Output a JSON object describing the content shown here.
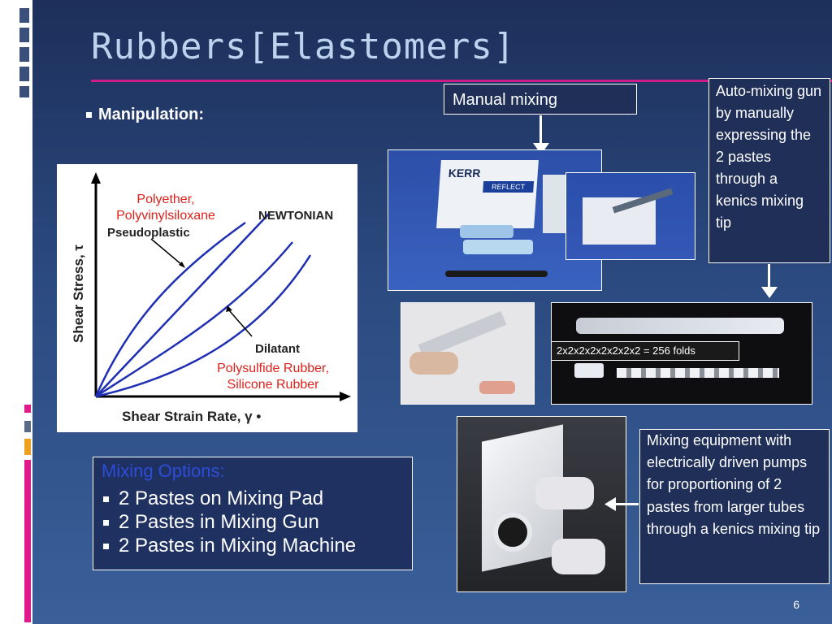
{
  "slide": {
    "title": "Rubbers[Elastomers]",
    "bullet_heading": "Manipulation:",
    "page_number": "6"
  },
  "labels": {
    "manual_mixing": "Manual mixing",
    "auto_mixing": "Auto-mixing gun by manually expressing the 2 pastes through a kenics mixing tip",
    "folds": "2x2x2x2x2x2x2x2 = 256 folds",
    "mixing_equipment": "Mixing equipment with electrically driven pumps for proportioning of 2 pastes from larger tubes through a kenics mixing tip"
  },
  "chart_labels": {
    "polyether": "Polyether,",
    "polyvinyl": "Polyvinylsiloxane",
    "newtonian": "NEWTONIAN",
    "pseudoplastic": "Pseudoplastic",
    "dilatant": "Dilatant",
    "polysulfide": "Polysulfide Rubber,",
    "silicone": "Silicone Rubber",
    "ylabel": "Shear Stress, τ",
    "xlabel": "Shear Strain Rate, γ •"
  },
  "photo_text": {
    "kerr": "KERR",
    "reflect": "REFLECT"
  },
  "options": {
    "title": "Mixing Options:",
    "items": [
      "2 Pastes on Mixing Pad",
      "2 Pastes in Mixing Gun",
      "2 Pastes in Mixing Machine"
    ]
  },
  "colors": {
    "accent": "#e01a8a",
    "curve": "#1f2fb4",
    "label_red": "#e0201a"
  }
}
